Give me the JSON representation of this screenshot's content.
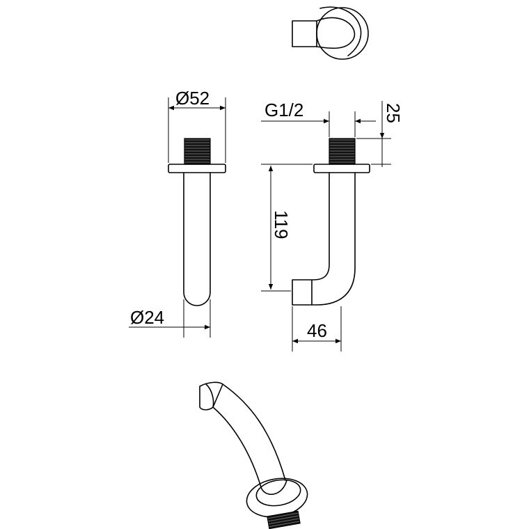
{
  "dimensions": {
    "flange_diameter": "Ø52",
    "pipe_diameter": "Ø24",
    "thread_size": "G1/2",
    "thread_length": "25",
    "drop_length": "119",
    "projection": "46"
  }
}
